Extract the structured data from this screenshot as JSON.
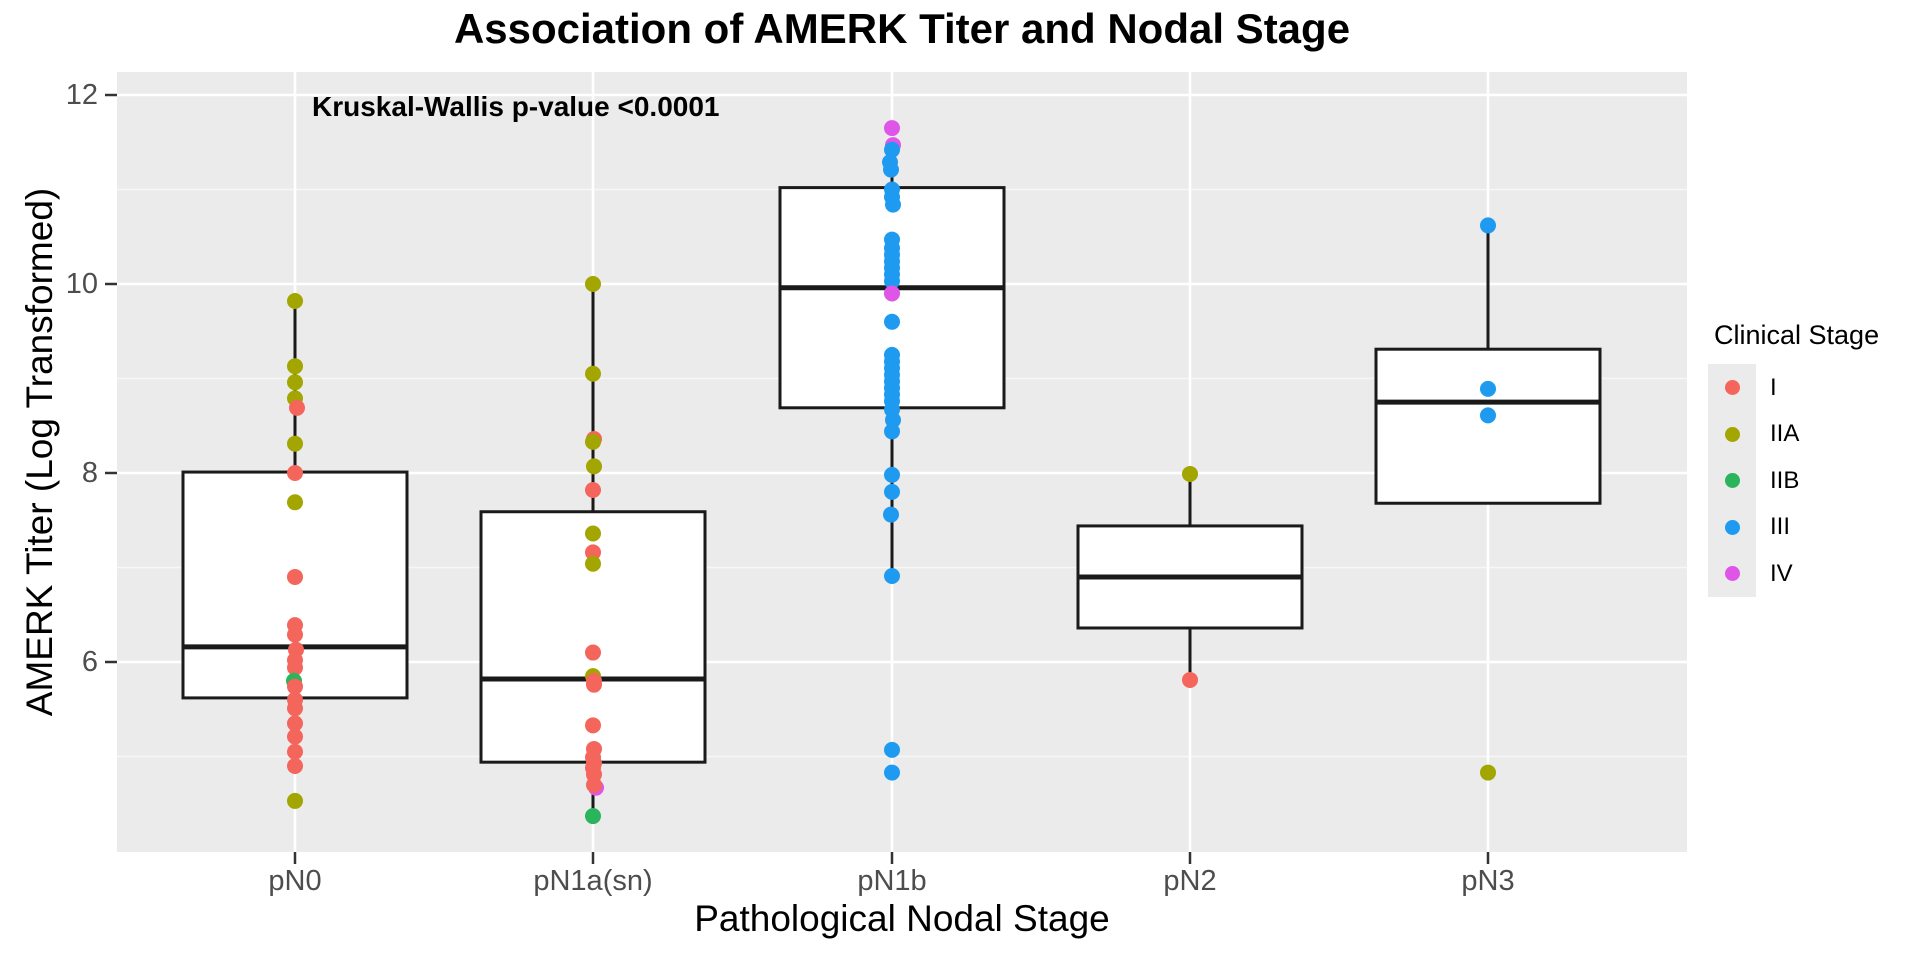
{
  "colors": {
    "panel_bg": "#EBEBEB",
    "grid_major": "#FFFFFF",
    "grid_minor": "#F7F7F7",
    "box_fill": "#FFFFFF",
    "box_stroke": "#1A1A1A",
    "tick_mark": "#333333",
    "tick_text": "#4D4D4D",
    "legend_key_bg": "#EBEBEB"
  },
  "chart_data": {
    "type": "boxplot",
    "title": "Association of AMERK Titer and Nodal Stage",
    "annotation": "Kruskal-Wallis p-value <0.0001",
    "xlabel": "Pathological Nodal Stage",
    "ylabel": "AMERK Titer (Log Transformed)",
    "ylim": [
      3.99,
      12.24
    ],
    "y_ticks": [
      12,
      10,
      8,
      6
    ],
    "y_minor_gridlines": [
      11,
      9,
      7,
      5
    ],
    "grid": true,
    "legend_position": "right",
    "categories": [
      "pN0",
      "pN1a(sn)",
      "pN1b",
      "pN2",
      "pN3"
    ],
    "legend": {
      "title": "Clinical Stage",
      "items": [
        {
          "label": "I",
          "color": "#F4655C"
        },
        {
          "label": "IIA",
          "color": "#A3A500"
        },
        {
          "label": "IIB",
          "color": "#2AB45B"
        },
        {
          "label": "III",
          "color": "#1E9BF0"
        },
        {
          "label": "IV",
          "color": "#DF55E8"
        }
      ]
    },
    "groups": [
      {
        "label": "pN0",
        "box": {
          "q1": 5.62,
          "median": 6.16,
          "q3": 8.01,
          "whisker_low": 4.84,
          "whisker_high": 9.82
        },
        "points": [
          [
            9.82,
            1
          ],
          [
            9.13,
            1
          ],
          [
            8.96,
            1
          ],
          [
            8.79,
            1
          ],
          [
            8.69,
            0,
            2
          ],
          [
            8.31,
            1
          ],
          [
            8.0,
            0
          ],
          [
            7.69,
            1
          ],
          [
            6.9,
            0
          ],
          [
            6.39,
            0
          ],
          [
            6.29,
            0
          ],
          [
            6.13,
            0,
            1
          ],
          [
            6.02,
            0
          ],
          [
            5.94,
            0
          ],
          [
            5.8,
            2,
            -1
          ],
          [
            5.74,
            0
          ],
          [
            5.6,
            0
          ],
          [
            5.51,
            0
          ],
          [
            5.35,
            0
          ],
          [
            5.21,
            0
          ],
          [
            5.05,
            0
          ],
          [
            4.9,
            0
          ],
          [
            4.53,
            1
          ]
        ]
      },
      {
        "label": "pN1a(sn)",
        "box": {
          "q1": 4.94,
          "median": 5.82,
          "q3": 7.59,
          "whisker_low": 4.37,
          "whisker_high": 10.0
        },
        "points": [
          [
            10.0,
            1
          ],
          [
            9.05,
            1
          ],
          [
            8.36,
            0,
            1
          ],
          [
            8.33,
            1
          ],
          [
            8.07,
            1,
            1
          ],
          [
            7.82,
            0
          ],
          [
            7.36,
            1
          ],
          [
            7.16,
            0
          ],
          [
            7.04,
            1
          ],
          [
            6.1,
            0
          ],
          [
            5.85,
            1
          ],
          [
            5.8,
            0,
            1
          ],
          [
            5.76,
            0,
            1
          ],
          [
            5.33,
            0
          ],
          [
            5.08,
            0,
            1
          ],
          [
            4.99,
            0
          ],
          [
            4.93,
            0,
            1
          ],
          [
            4.88,
            0
          ],
          [
            4.81,
            0,
            1
          ],
          [
            4.67,
            4,
            3
          ],
          [
            4.7,
            0,
            1
          ],
          [
            4.37,
            2
          ]
        ]
      },
      {
        "label": "pN1b",
        "box": {
          "q1": 8.69,
          "median": 9.96,
          "q3": 11.02,
          "whisker_low": 6.95,
          "whisker_high": 11.47
        },
        "points": [
          [
            11.65,
            4
          ],
          [
            11.47,
            4,
            1
          ],
          [
            11.42,
            3
          ],
          [
            11.29,
            3,
            -2
          ],
          [
            11.21,
            3,
            -1
          ],
          [
            11.0,
            3
          ],
          [
            10.92,
            3
          ],
          [
            10.84,
            3,
            1
          ],
          [
            10.47,
            3
          ],
          [
            10.38,
            3
          ],
          [
            10.31,
            3
          ],
          [
            10.24,
            3
          ],
          [
            10.17,
            3
          ],
          [
            10.1,
            3
          ],
          [
            10.03,
            3
          ],
          [
            9.9,
            4
          ],
          [
            9.6,
            3
          ],
          [
            9.25,
            3
          ],
          [
            9.18,
            3
          ],
          [
            9.11,
            3
          ],
          [
            9.04,
            3
          ],
          [
            8.97,
            3
          ],
          [
            8.9,
            3
          ],
          [
            8.83,
            3
          ],
          [
            8.76,
            3
          ],
          [
            8.67,
            3
          ],
          [
            8.56,
            3,
            1
          ],
          [
            8.44,
            3
          ],
          [
            7.98,
            3
          ],
          [
            7.8,
            3
          ],
          [
            7.56,
            3,
            -1
          ],
          [
            6.91,
            3
          ],
          [
            5.07,
            3
          ],
          [
            4.83,
            3
          ]
        ]
      },
      {
        "label": "pN2",
        "box": {
          "q1": 6.36,
          "median": 6.9,
          "q3": 7.44,
          "whisker_low": 5.85,
          "whisker_high": 7.99
        },
        "points": [
          [
            7.99,
            1
          ],
          [
            5.81,
            0
          ]
        ]
      },
      {
        "label": "pN3",
        "box": {
          "q1": 7.68,
          "median": 8.75,
          "q3": 9.31,
          "whisker_low": null,
          "whisker_high": 10.62
        },
        "points": [
          [
            10.62,
            3
          ],
          [
            8.89,
            3
          ],
          [
            8.61,
            3
          ],
          [
            4.83,
            1
          ]
        ]
      }
    ]
  }
}
